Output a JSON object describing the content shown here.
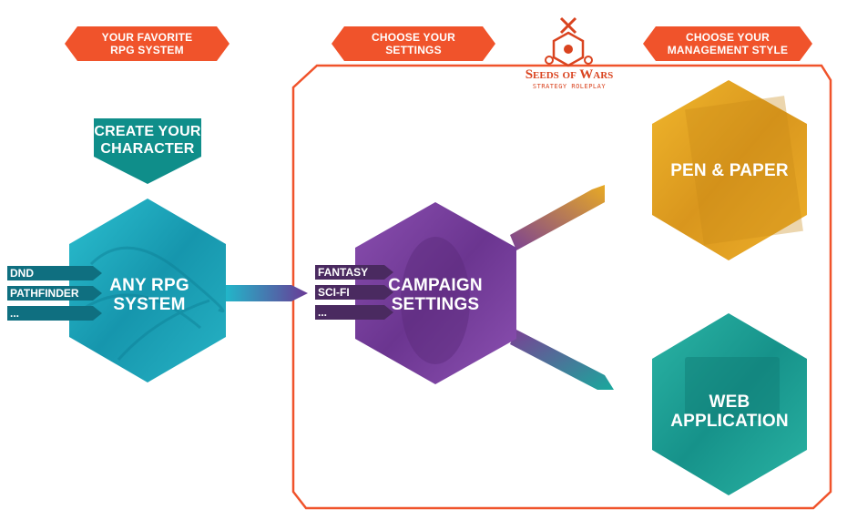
{
  "banners": {
    "rpg_system": [
      "YOUR FAVORITE",
      "RPG SYSTEM"
    ],
    "settings": [
      "CHOOSE YOUR",
      "SETTINGS"
    ],
    "management": [
      "CHOOSE YOUR",
      "MANAGEMENT STYLE"
    ]
  },
  "create_character": [
    "CREATE YOUR",
    "CHARACTER"
  ],
  "logo": {
    "title": "Seeds of Wars",
    "subtitle": "STRATEGY ROLEPLAY"
  },
  "rpg_hex": {
    "label": [
      "ANY RPG",
      "SYSTEM"
    ],
    "tags": [
      "DND",
      "PATHFINDER",
      "..."
    ]
  },
  "campaign_hex": {
    "label": [
      "CAMPAIGN",
      "SETTINGS"
    ],
    "tags": [
      "FANTASY",
      "SCI-FI",
      "..."
    ]
  },
  "management_options": {
    "pen_paper": "PEN & PAPER",
    "web_app": [
      "WEB",
      "APPLICATION"
    ]
  },
  "colors": {
    "orange": "#f0532b",
    "teal": "#1aa6bd",
    "purple": "#7a3f9e",
    "gold": "#e4a623",
    "web_teal": "#1aa79b",
    "tag_teal": "#0f6f80",
    "tag_purple": "#4a2a60"
  }
}
